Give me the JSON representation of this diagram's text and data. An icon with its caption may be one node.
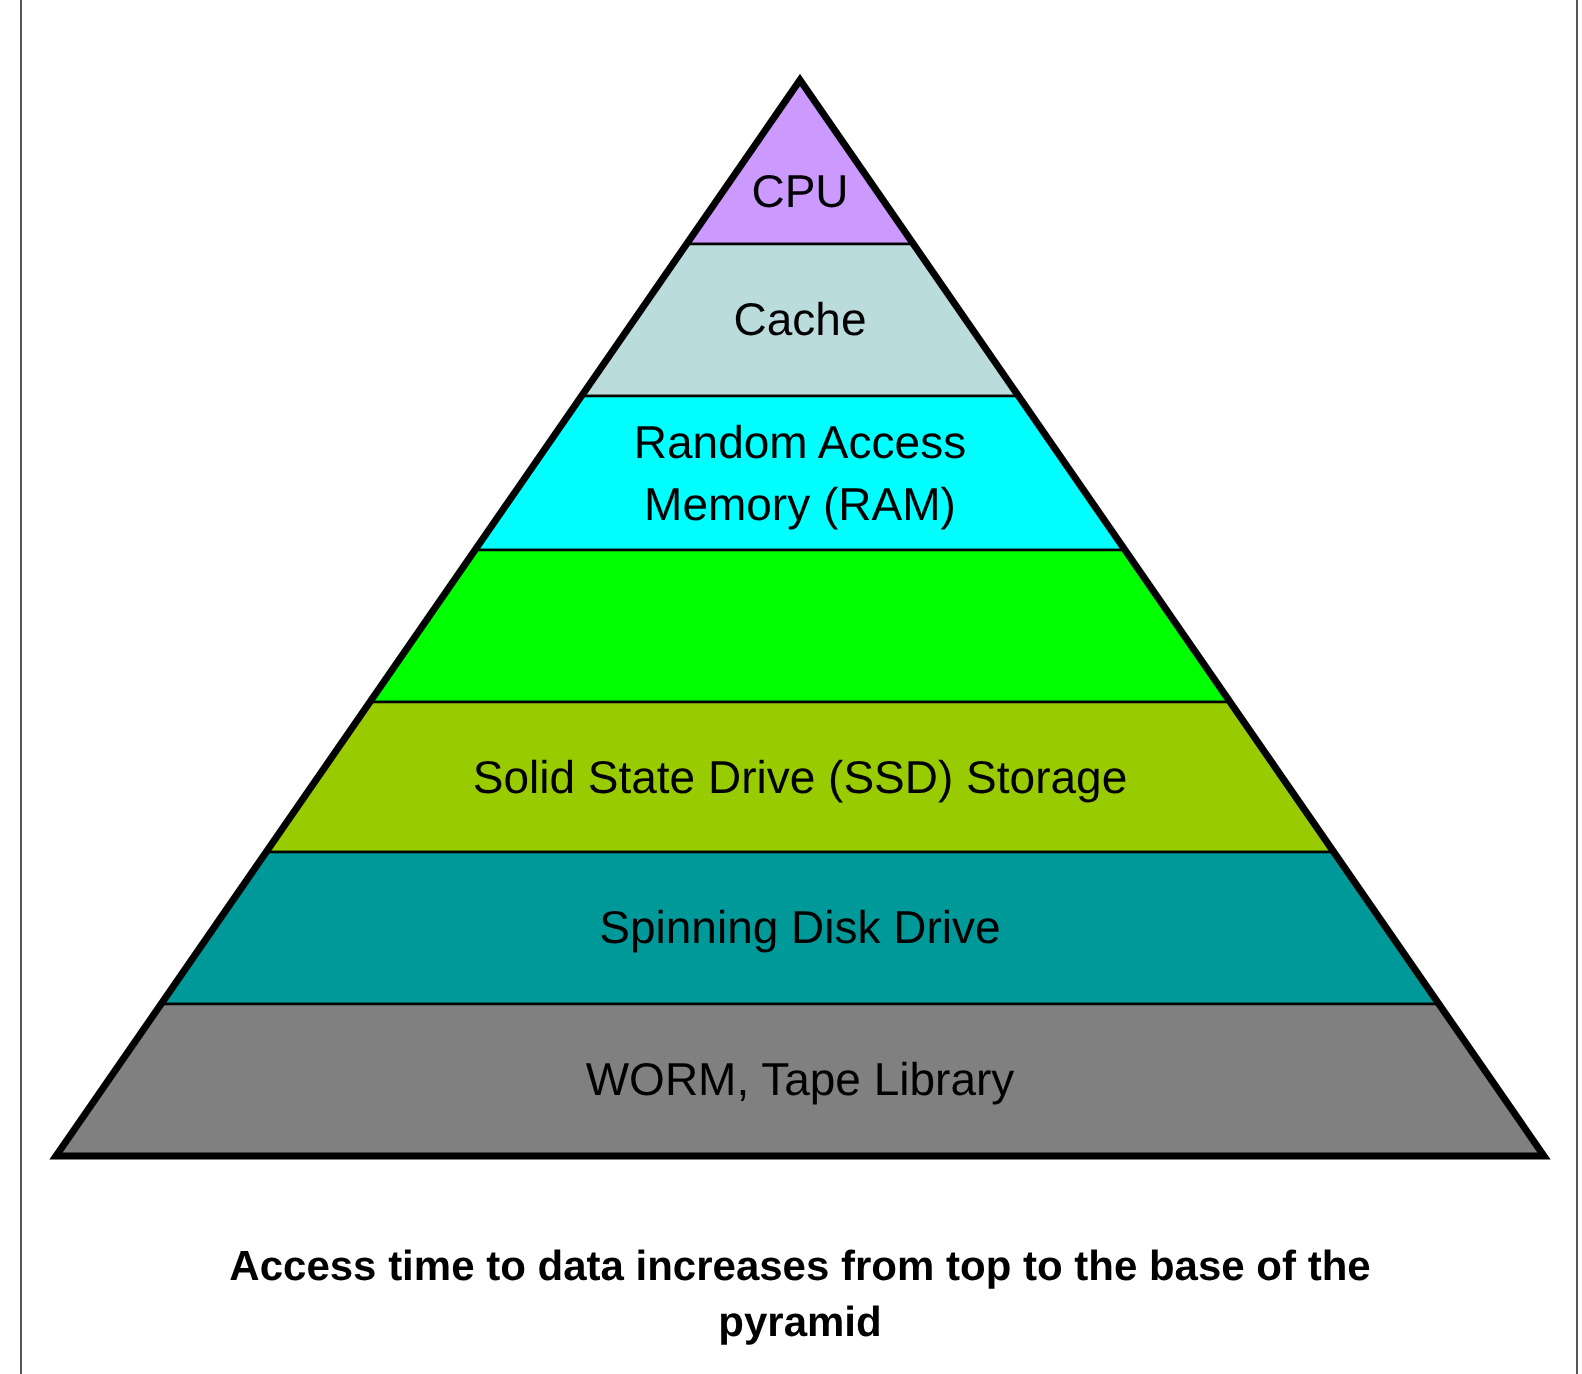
{
  "diagram": {
    "caption": "Access time to data increases from top to the base of the pyramid",
    "nodes": [
      {
        "text": [
          "CPU"
        ]
      },
      {
        "text": [
          "Cache"
        ]
      },
      {
        "text": [
          "Random Access Memory (RAM)"
        ]
      },
      {
        "text": [],
        "shape": "bar"
      },
      {
        "text": [
          "Solid State Drive (SSD) Storage"
        ]
      },
      {
        "text": [
          "Spinning Disk Drive"
        ]
      },
      {
        "text": [
          "WORM, Tape Library"
        ]
      }
    ]
  }
}
